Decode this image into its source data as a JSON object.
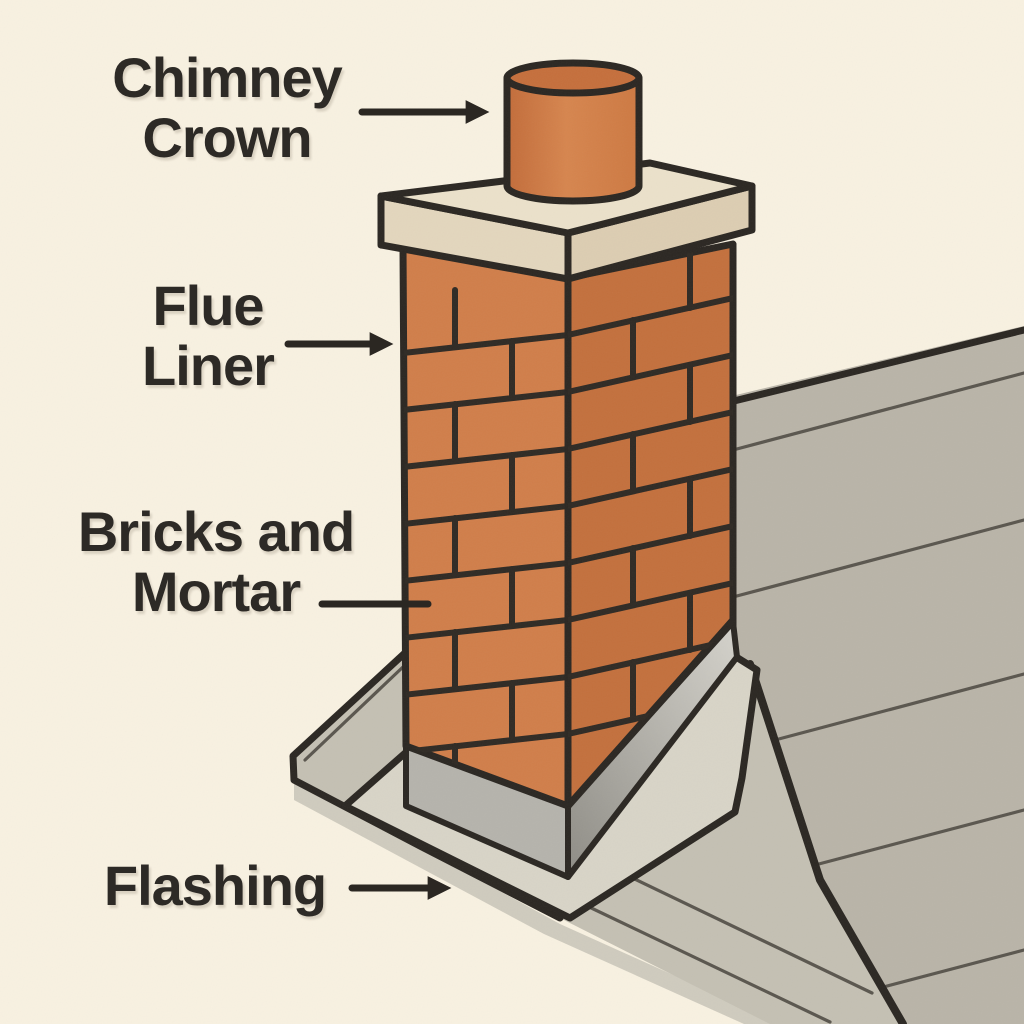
{
  "figure": {
    "alt": "Cutaway illustration of a red brick chimney with a concrete crown and clay flue liner, rising through a gray shingled roof with metal flashing around its base"
  },
  "labels": {
    "chimney_crown": {
      "text": "Chimney Crown",
      "line1": "Chimney",
      "line2": "Crown",
      "connector": "arrow"
    },
    "flue_liner": {
      "text": "Flue Liner",
      "line1": "Flue",
      "line2": "Liner",
      "connector": "arrow"
    },
    "bricks_mortar": {
      "text": "Bricks and Mortar",
      "line1": "Bricks and",
      "line2": "Mortar",
      "connector": "line"
    },
    "flashing": {
      "text": "Flashing",
      "line1": "Flashing",
      "connector": "arrow"
    }
  },
  "palette": {
    "background": "#f8f1e1",
    "ink": "#2b2722",
    "text": "#2d2a26",
    "mortar": "#2f2a24",
    "brick_left": "#d07e4a",
    "brick_right": "#c3703d",
    "crown_top": "#ebe1ca",
    "crown_left": "#e3d6bd",
    "crown_right": "#dccdb2",
    "flue_body": "#cd7942",
    "flue_body_light": "#d6854e",
    "flue_body_dark": "#c26c3a",
    "flue_opening": "#c56f3c",
    "flashing_band_left": "#b5b3ac",
    "flashing_band_light": "#d5d3cc",
    "flashing_band_dark": "#8e8c85",
    "flashing_apron": "#d8d4c7",
    "roof_right": "#b9b4a8",
    "roof_front": "#c4c0b3",
    "roof_plank_line": "#5a564e",
    "roof_fascia": "#cfcbbe"
  }
}
